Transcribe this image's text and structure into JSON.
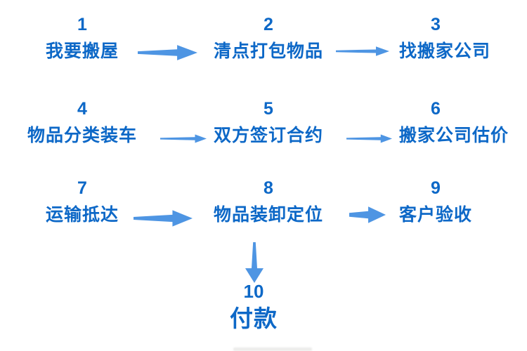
{
  "diagram": {
    "type": "flowchart",
    "language": "zh",
    "steps": [
      {
        "number": "1",
        "label": "我要搬屋"
      },
      {
        "number": "2",
        "label": "清点打包物品"
      },
      {
        "number": "3",
        "label": "找搬家公司"
      },
      {
        "number": "4",
        "label": "物品分类装车"
      },
      {
        "number": "5",
        "label": "双方签订合约"
      },
      {
        "number": "6",
        "label": "搬家公司估价"
      },
      {
        "number": "7",
        "label": "运输抵达"
      },
      {
        "number": "8",
        "label": "物品装卸定位"
      },
      {
        "number": "9",
        "label": "客户验收"
      },
      {
        "number": "10",
        "label": "付款"
      }
    ],
    "connections": [
      {
        "from": "1",
        "to": "2",
        "direction": "right"
      },
      {
        "from": "2",
        "to": "3",
        "direction": "right"
      },
      {
        "from": "4",
        "to": "5",
        "direction": "right"
      },
      {
        "from": "5",
        "to": "6",
        "direction": "right"
      },
      {
        "from": "7",
        "to": "8",
        "direction": "right"
      },
      {
        "from": "8",
        "to": "9",
        "direction": "right"
      },
      {
        "from": "8",
        "to": "10",
        "direction": "down"
      }
    ]
  },
  "colors": {
    "step_text": "#0d68c7",
    "arrow": "#4e95e3",
    "background": "#ffffff"
  }
}
